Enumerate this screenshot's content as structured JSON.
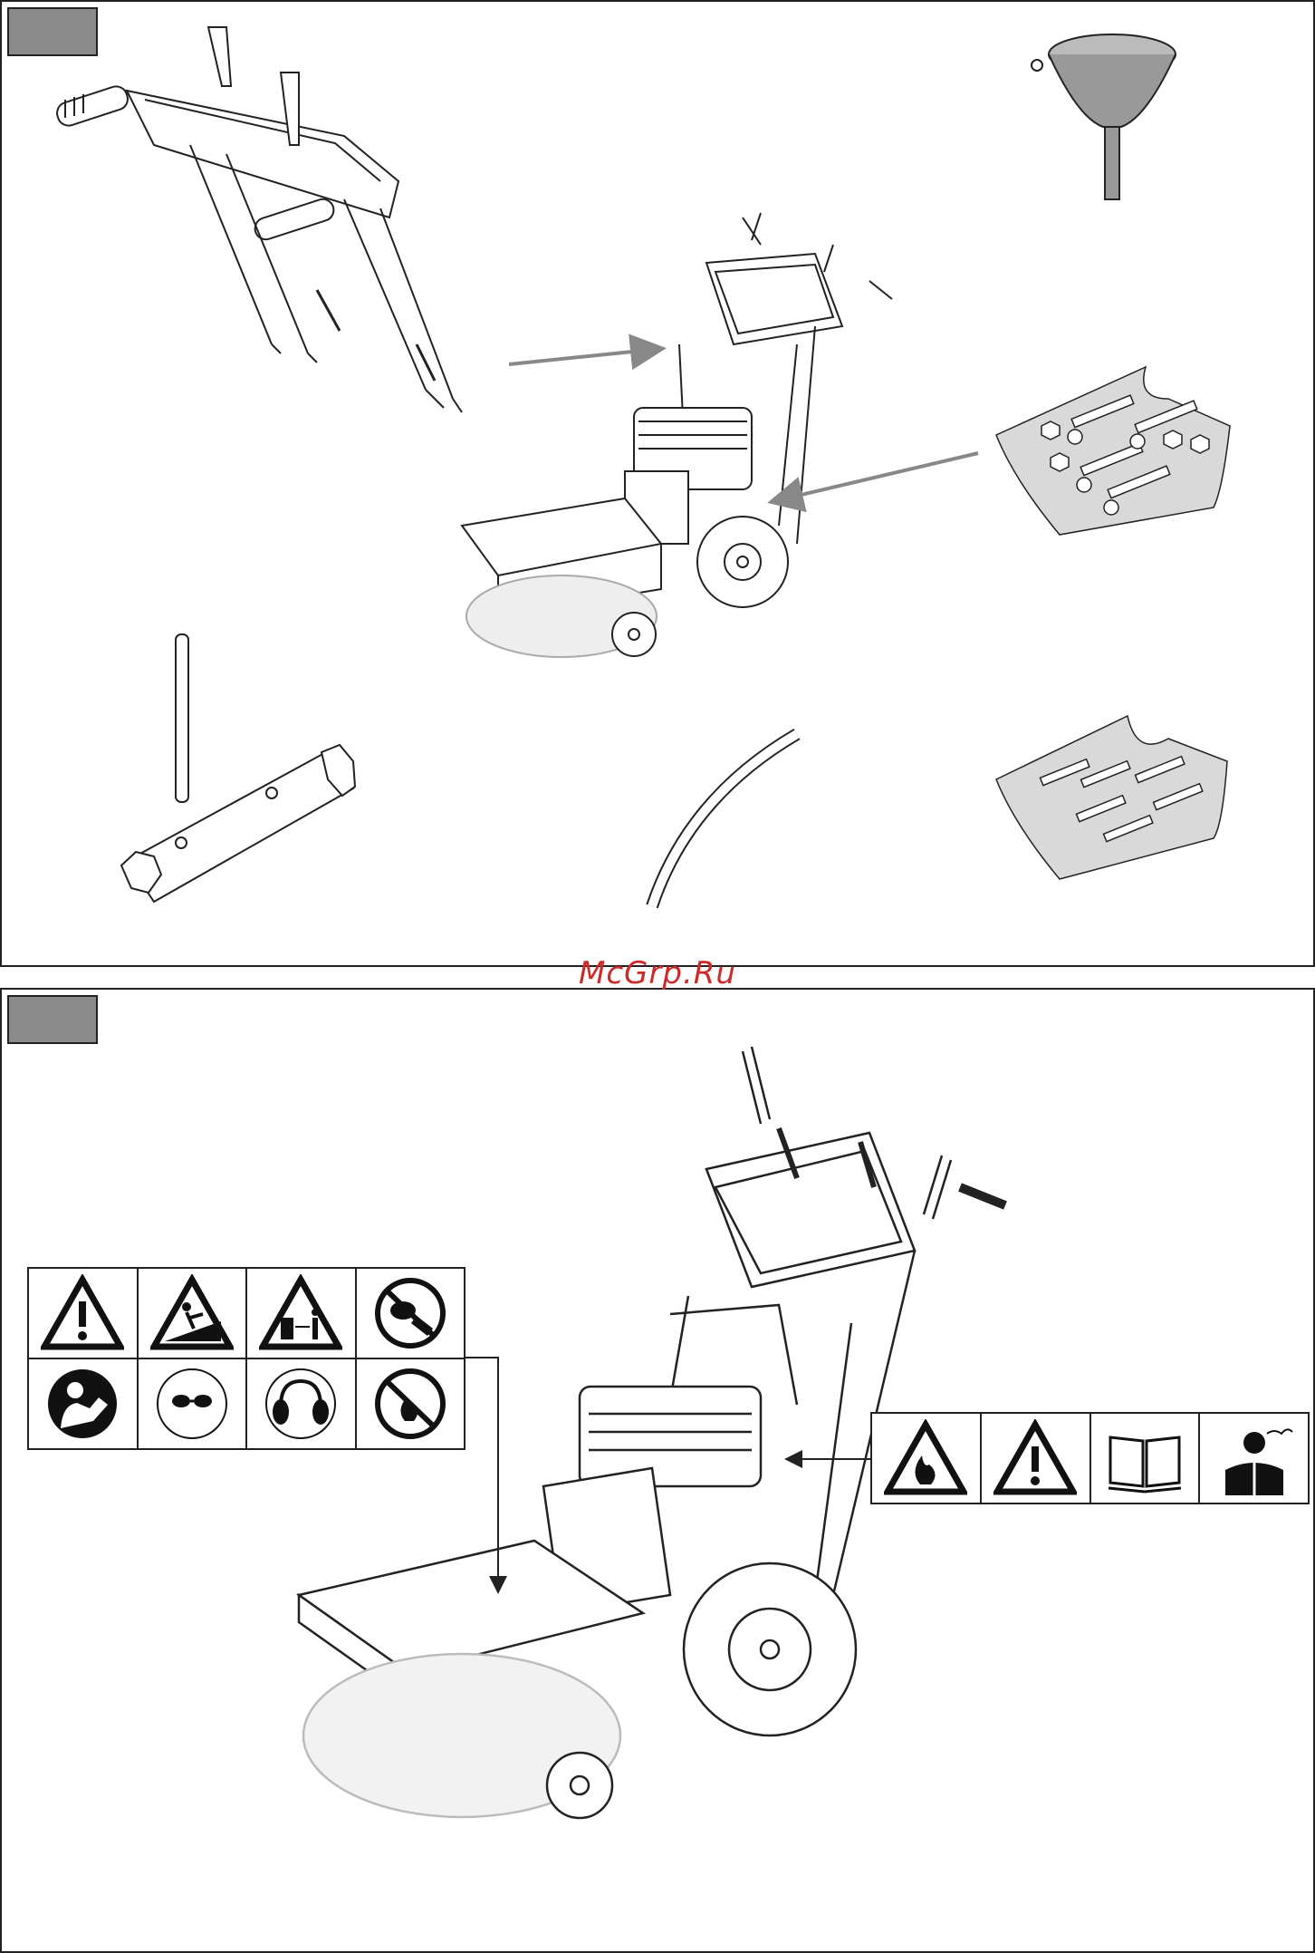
{
  "watermark": "McGrp.Ru",
  "panels": [
    {
      "id": "panel-1",
      "tab_label": ""
    },
    {
      "id": "panel-2",
      "tab_label": ""
    }
  ],
  "colors": {
    "line": "#222222",
    "tab_fill": "#8a8a8a",
    "arrow": "#888888",
    "bag": "#d9d9d9",
    "watermark": "#cc2b2b"
  },
  "panel_1_parts": [
    {
      "name": "handlebar-assembly",
      "icon": "handlebar"
    },
    {
      "name": "sweeper-machine",
      "icon": "sweeper"
    },
    {
      "name": "oil-funnel",
      "icon": "funnel"
    },
    {
      "name": "hardware-bag-nuts-bolts",
      "icon": "bolts-nuts"
    },
    {
      "name": "spark-plug-wrench",
      "icon": "tube-wrench"
    },
    {
      "name": "hose",
      "icon": "hose"
    },
    {
      "name": "hardware-bag-bolts",
      "icon": "bolts"
    }
  ],
  "safety_signs_left": [
    "general-warning-icon",
    "slope-hazard-icon",
    "keep-distance-icon",
    "no-hands-brush-icon",
    "read-manual-icon",
    "eye-protection-icon",
    "ear-protection-icon",
    "no-open-flame-icon"
  ],
  "safety_signs_right": [
    "flammable-warning-icon",
    "general-warning-icon",
    "open-manual-icon",
    "toxic-fumes-icon"
  ]
}
